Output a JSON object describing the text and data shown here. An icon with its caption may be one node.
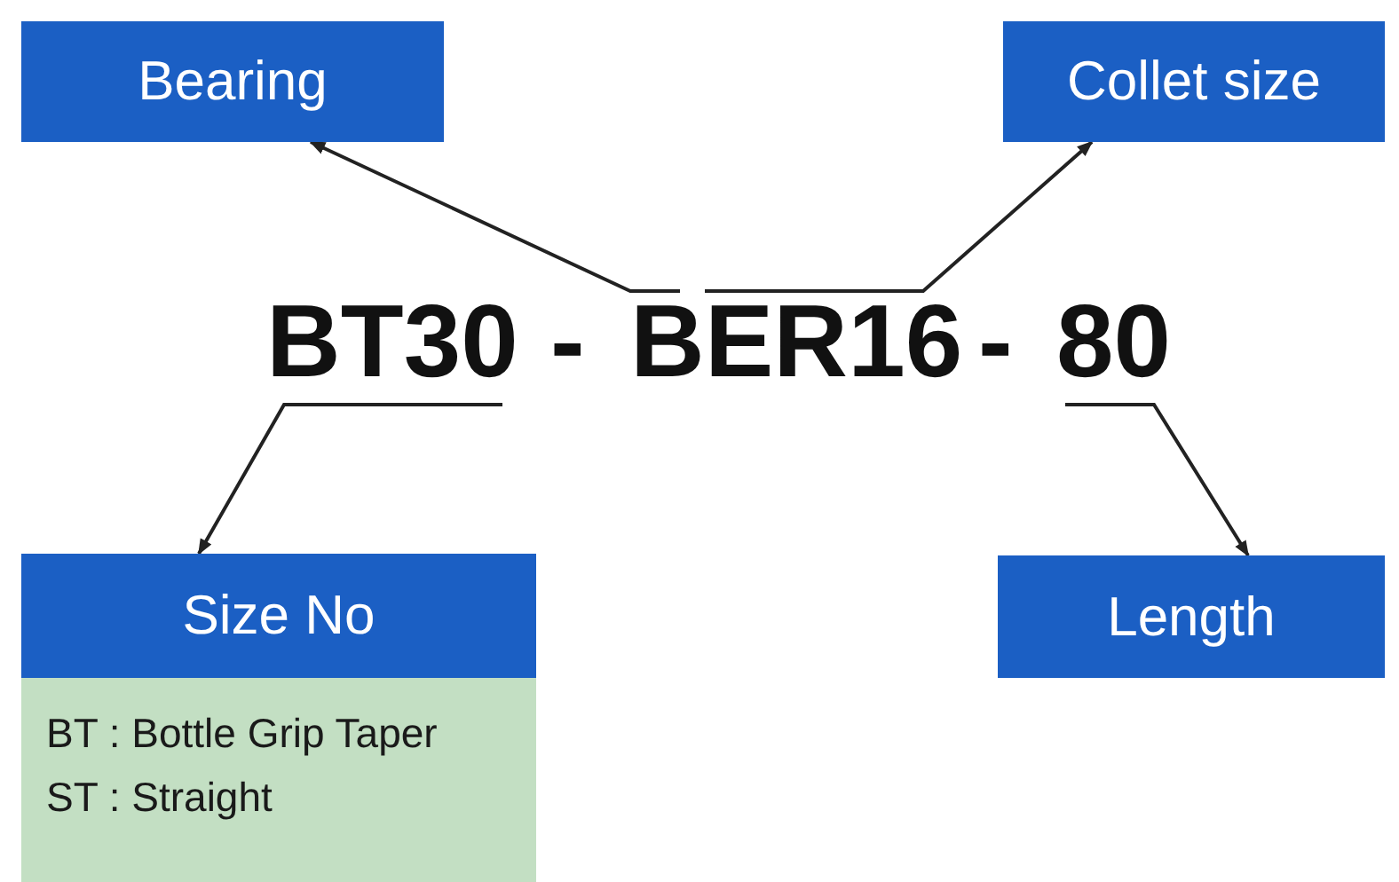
{
  "diagram": {
    "nodes": [
      {
        "text": [
          "Bearing"
        ]
      },
      {
        "text": [
          "Collet size"
        ]
      },
      {
        "text": [
          "BT30"
        ]
      },
      {
        "text": [
          "B"
        ]
      },
      {
        "text": [
          "ER16"
        ]
      },
      {
        "text": [
          "80"
        ]
      },
      {
        "text": [
          "Size No",
          "BT : Bottle Grip Taper",
          "ST : Straight"
        ]
      },
      {
        "text": [
          "Length"
        ]
      }
    ],
    "edges": [
      {
        "from": 3,
        "to": 0,
        "arrow": "to"
      },
      {
        "from": 4,
        "to": 1,
        "arrow": "to"
      },
      {
        "from": 2,
        "to": 6,
        "arrow": "to"
      },
      {
        "from": 5,
        "to": 7,
        "arrow": "to"
      }
    ],
    "labels": [
      "-",
      "-"
    ]
  }
}
